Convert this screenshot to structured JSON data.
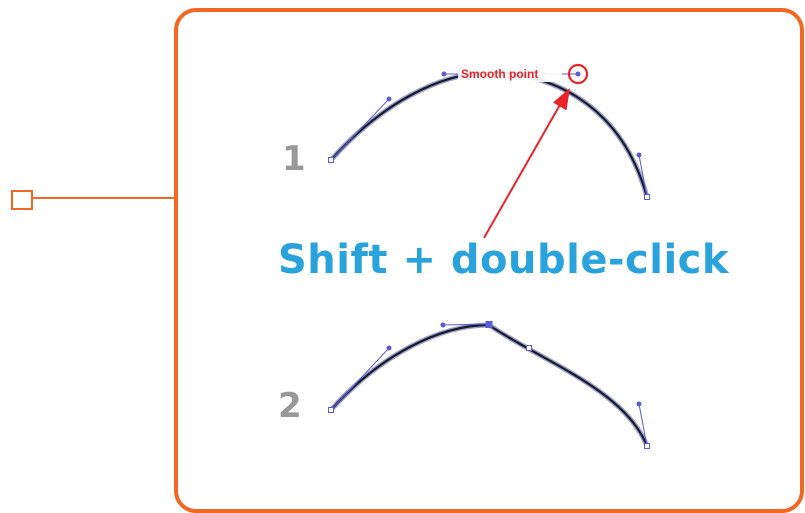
{
  "labels": {
    "step1": "1",
    "step2": "2",
    "action": "Shift + double-click",
    "smooth_point": "Smooth point"
  },
  "colors": {
    "frame_accent": "#f26722",
    "path_stroke": "#1a1a2e",
    "handle_color": "#5b5bd6",
    "annotation_red": "#e8242a",
    "action_text_blue": "#2aa3dc",
    "step_number_gray": "#999999"
  },
  "icons": {
    "callout_marker": "square-outline-icon",
    "pointer": "arrow-icon",
    "highlight": "circle-highlight-icon"
  }
}
